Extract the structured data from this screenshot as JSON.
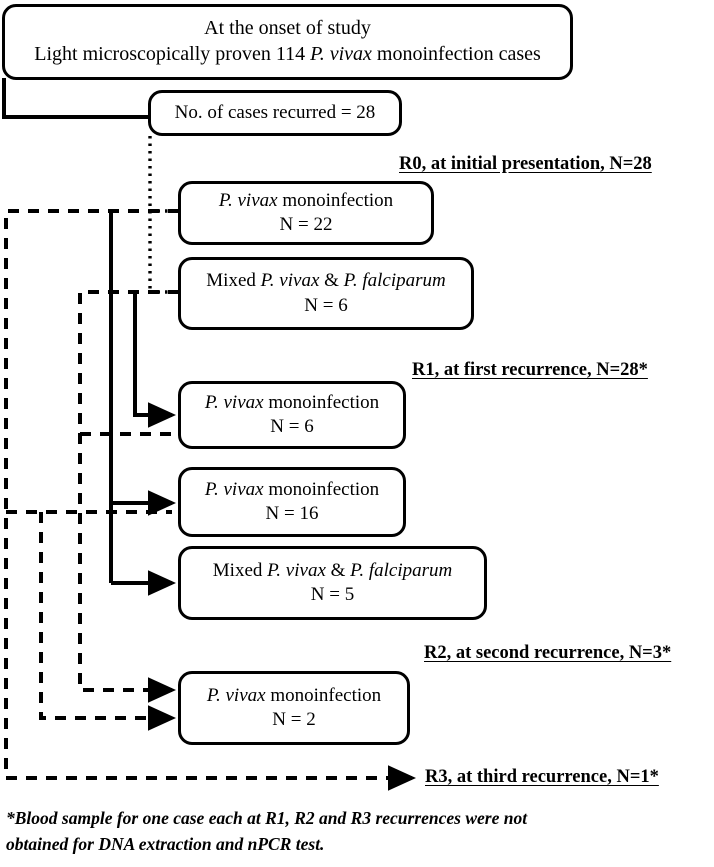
{
  "diagram": {
    "title_box": {
      "line1": "At the onset of study",
      "line2_pre": "Light microscopically proven 114 ",
      "line2_italic": "P. vivax",
      "line2_post": " monoinfection cases"
    },
    "recurred_box": {
      "label": "No. of cases recurred = 28"
    },
    "headers": [
      {
        "id": "r0",
        "text": "R0, at initial presentation, N=28"
      },
      {
        "id": "r1",
        "text": "R1, at first recurrence, N=28*"
      },
      {
        "id": "r2",
        "text": "R2, at second recurrence, N=3*"
      },
      {
        "id": "r3",
        "text": "R3, at third recurrence, N=1*"
      }
    ],
    "boxes": [
      {
        "id": "r0-vivax-22",
        "group": "R0",
        "species_pre": "",
        "species_italic": "P. vivax",
        "species_post": " monoinfection",
        "count_label": "N = 22",
        "count": 22
      },
      {
        "id": "r0-mixed-6",
        "group": "R0",
        "species_pre": "Mixed ",
        "species_italic": "P. vivax",
        "species_mid": " & ",
        "species_italic2": "P. falciparum",
        "species_post": "",
        "count_label": "N = 6",
        "count": 6
      },
      {
        "id": "r1-vivax-6",
        "group": "R1",
        "species_pre": "",
        "species_italic": "P. vivax",
        "species_post": " monoinfection",
        "count_label": "N = 6",
        "count": 6
      },
      {
        "id": "r1-vivax-16",
        "group": "R1",
        "species_pre": "",
        "species_italic": "P. vivax",
        "species_post": " monoinfection",
        "count_label": "N = 16",
        "count": 16
      },
      {
        "id": "r1-mixed-5",
        "group": "R1",
        "species_pre": "Mixed ",
        "species_italic": "P. vivax",
        "species_mid": " & ",
        "species_italic2": "P. falciparum",
        "species_post": "",
        "count_label": "N = 5",
        "count": 5
      },
      {
        "id": "r2-vivax-2",
        "group": "R2",
        "species_pre": "",
        "species_italic": "P. vivax",
        "species_post": " monoinfection",
        "count_label": "N = 2",
        "count": 2
      }
    ],
    "footnote": {
      "line1": "*Blood sample for one case each at R1, R2 and R3 recurrences were not",
      "line2": "obtained for DNA extraction and nPCR test."
    },
    "colors": {
      "stroke": "#000000",
      "background": "#ffffff",
      "text": "#000000"
    }
  }
}
